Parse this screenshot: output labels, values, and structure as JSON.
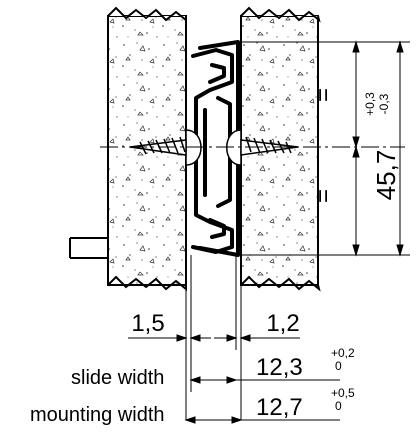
{
  "dimensions": {
    "left_clearance": "1,5",
    "right_clearance": "1,2",
    "slide_width_value": "12,3",
    "slide_width_tol_upper": "+0,2",
    "slide_width_tol_lower": "0",
    "mounting_width_value": "12,7",
    "mounting_width_tol_upper": "+0,5",
    "mounting_width_tol_lower": "0",
    "height_value": "45,7",
    "height_tol_upper": "+0,3",
    "height_tol_lower": "-0,3",
    "equal_mark": "="
  },
  "labels": {
    "slide_width": "slide width",
    "mounting_width": "mounting width"
  }
}
